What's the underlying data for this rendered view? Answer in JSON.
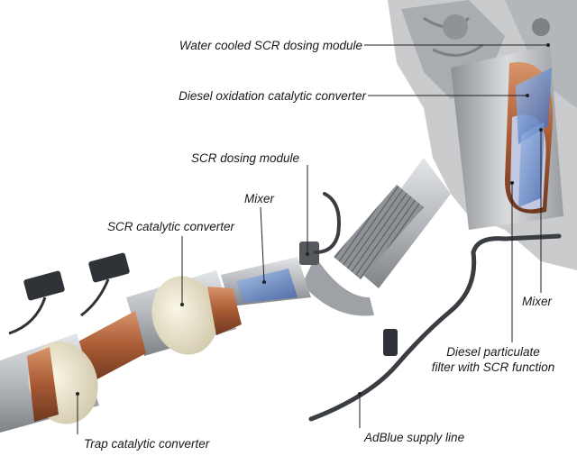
{
  "diagram": {
    "labels": {
      "water_cooled_scr_dosing_module": "Water cooled SCR dosing module",
      "diesel_oxidation_catalytic_converter": "Diesel oxidation catalytic converter",
      "scr_dosing_module": "SCR dosing module",
      "mixer_left": "Mixer",
      "scr_catalytic_converter": "SCR catalytic converter",
      "mixer_right": "Mixer",
      "dpf_line1": "Diesel particulate",
      "dpf_line2": "filter with SCR function",
      "adblue_supply_line": "AdBlue supply line",
      "trap_catalytic_converter": "Trap catalytic converter"
    },
    "colors": {
      "steel": "#b9bcc0",
      "steel_dark": "#8a8d91",
      "ceramic": "#ece6cf",
      "copper": "#b5643a",
      "blue_spray": "#4a6fb0",
      "hose": "#3a3d42"
    }
  }
}
